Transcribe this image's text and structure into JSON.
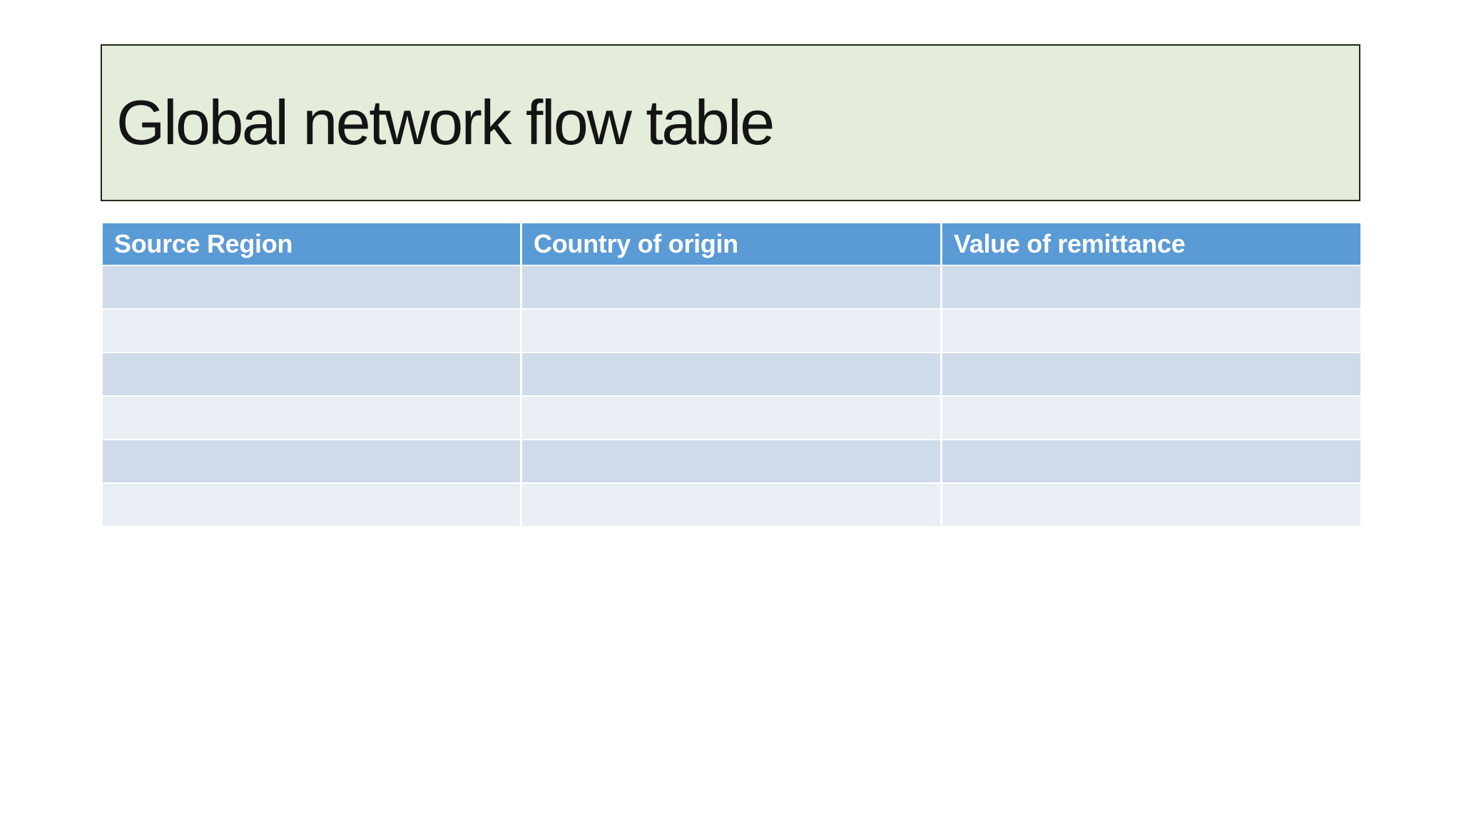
{
  "slide": {
    "title": "Global network flow table"
  },
  "table": {
    "columns": [
      "Source Region",
      "Country of origin",
      "Value of remittance"
    ],
    "rows": [
      [
        "",
        "",
        ""
      ],
      [
        "",
        "",
        ""
      ],
      [
        "",
        "",
        ""
      ],
      [
        "",
        "",
        ""
      ],
      [
        "",
        "",
        ""
      ],
      [
        "",
        "",
        ""
      ]
    ]
  },
  "colors": {
    "page_bg": "#ffffff",
    "title_bg": "#e4ecda",
    "title_border": "#222a1a",
    "title_text": "#141414",
    "header_bg": "#5a9ad5",
    "header_text": "#ffffff",
    "band_dark": "#cfdbe9",
    "band_light": "#e9edf4"
  }
}
